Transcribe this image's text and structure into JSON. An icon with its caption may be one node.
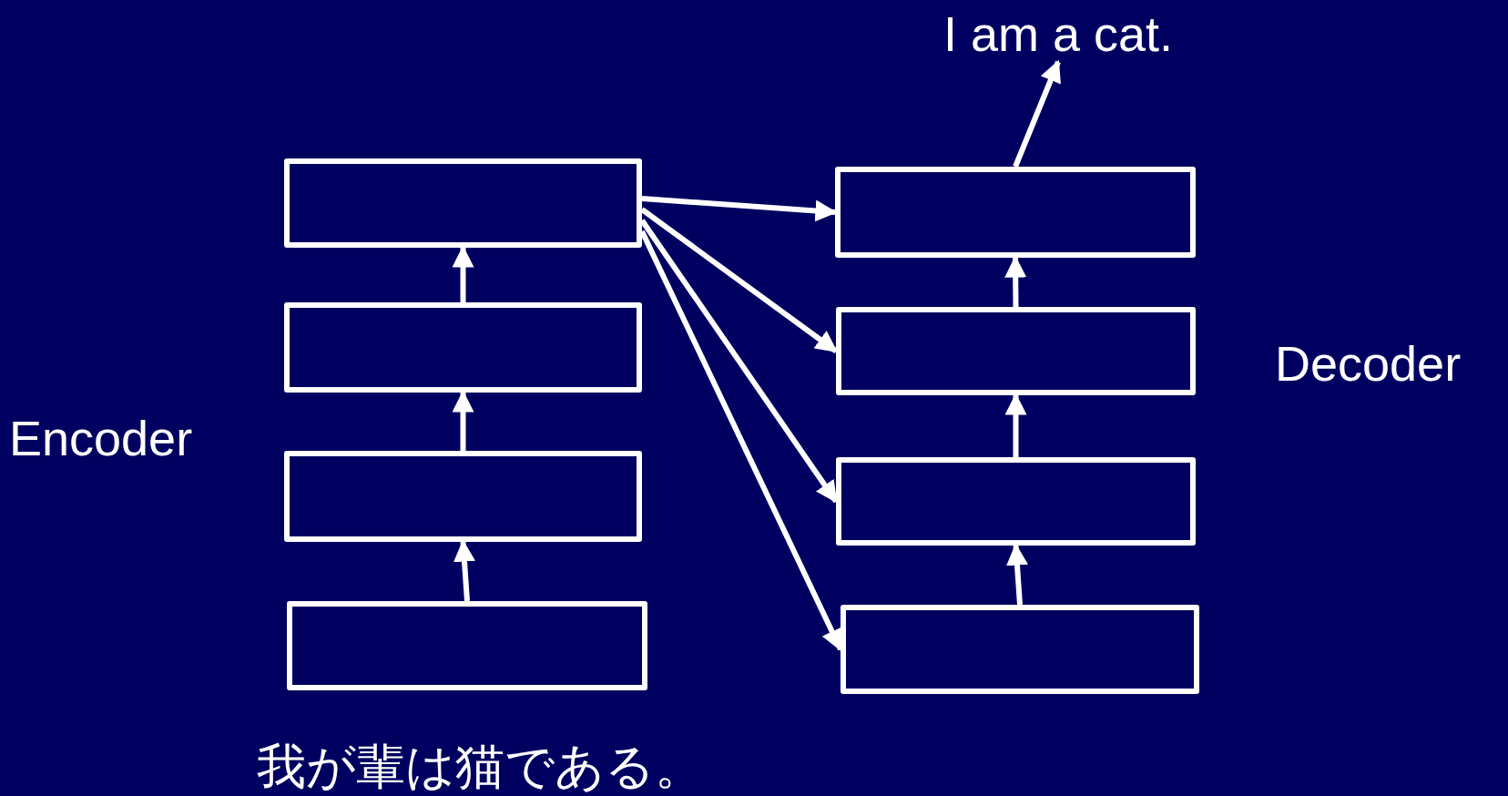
{
  "diagram": {
    "nodes": [
      {
        "text": [
          "I am a cat."
        ]
      },
      {
        "text": [],
        "shape": "box"
      },
      {
        "text": [],
        "shape": "box"
      },
      {
        "text": [],
        "shape": "box"
      },
      {
        "text": [],
        "shape": "box"
      },
      {
        "text": [],
        "shape": "box"
      },
      {
        "text": [],
        "shape": "box"
      },
      {
        "text": [],
        "shape": "box"
      },
      {
        "text": [],
        "shape": "box"
      }
    ],
    "edges": [
      {
        "from": 4,
        "to": 3,
        "arrow": "to"
      },
      {
        "from": 3,
        "to": 2,
        "arrow": "to"
      },
      {
        "from": 2,
        "to": 1,
        "arrow": "to"
      },
      {
        "from": 1,
        "to": 5,
        "arrow": "to"
      },
      {
        "from": 1,
        "to": 6,
        "arrow": "to"
      },
      {
        "from": 1,
        "to": 7,
        "arrow": "to"
      },
      {
        "from": 1,
        "to": 8,
        "arrow": "to"
      },
      {
        "from": 8,
        "to": 7,
        "arrow": "to"
      },
      {
        "from": 7,
        "to": 6,
        "arrow": "to"
      },
      {
        "from": 6,
        "to": 5,
        "arrow": "to"
      },
      {
        "from": 5,
        "to": 0,
        "arrow": "to"
      }
    ],
    "labels": [
      "Decoder",
      "Encoder",
      "我が輩は猫である。"
    ]
  }
}
